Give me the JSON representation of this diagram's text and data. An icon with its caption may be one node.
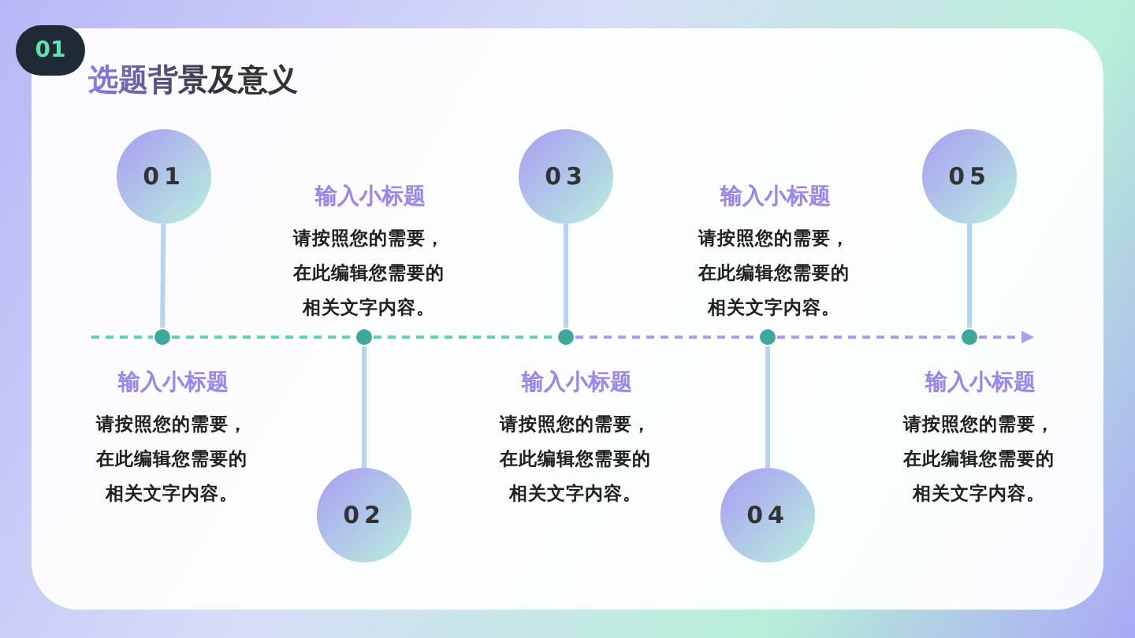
{
  "diagram": {
    "title": "选题背景及意义",
    "nodes": [
      {
        "text": [
          "01"
        ]
      },
      {
        "text": [
          "02"
        ]
      },
      {
        "text": [
          "03"
        ]
      },
      {
        "text": [
          "04"
        ]
      },
      {
        "text": [
          "05"
        ]
      },
      {
        "text": [],
        "shape": "circle"
      },
      {
        "text": [],
        "shape": "circle"
      },
      {
        "text": [],
        "shape": "circle"
      },
      {
        "text": [],
        "shape": "circle"
      },
      {
        "text": [],
        "shape": "circle"
      }
    ],
    "edges": [
      {
        "from": 0,
        "to": 5,
        "arrow": "none"
      },
      {
        "from": 1,
        "to": 6,
        "arrow": "none"
      },
      {
        "from": 2,
        "to": 7,
        "arrow": "none"
      },
      {
        "from": 3,
        "to": 8,
        "arrow": "none"
      },
      {
        "from": 4,
        "to": 9,
        "arrow": "none"
      },
      {
        "from": null,
        "to": 5,
        "arrow": "none",
        "style": "dashed"
      },
      {
        "from": 5,
        "to": 6,
        "arrow": "none",
        "style": "dashed"
      },
      {
        "from": 6,
        "to": 7,
        "arrow": "none",
        "style": "dashed"
      },
      {
        "from": 7,
        "to": 8,
        "arrow": "none",
        "style": "dashed"
      },
      {
        "from": 8,
        "to": 9,
        "arrow": "none",
        "style": "dashed"
      },
      {
        "from": 9,
        "to": null,
        "arrow": "to",
        "style": "dashed"
      }
    ],
    "labels": [
      "01",
      "输入小标题",
      "请按照您的需要，在此编辑您需要的相关文字内容。",
      "输入小标题",
      "请按照您的需要，在此编辑您需要的相关文字内容。",
      "输入小标题",
      "请按照您的需要，在此编辑您需要的相关文字内容。",
      "输入小标题",
      "请按照您的需要，在此编辑您需要的相关文字内容。",
      "输入小标题",
      "请按照您的需要，在此编辑您需要的相关文字内容。"
    ]
  }
}
